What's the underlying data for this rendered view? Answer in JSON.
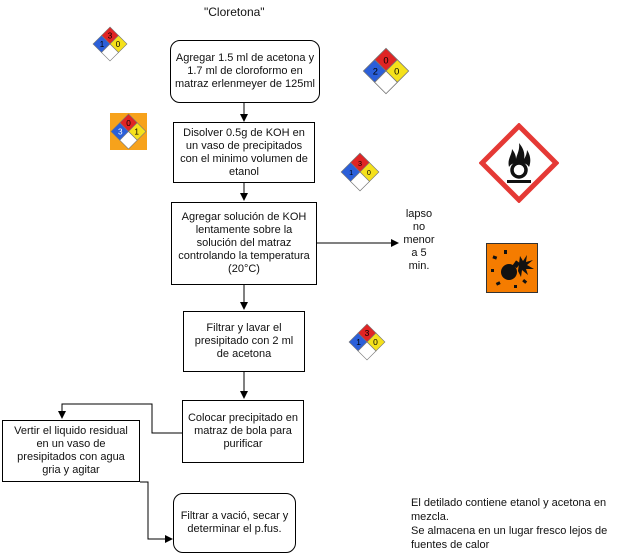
{
  "title": "\"Cloretona\"",
  "steps": [
    {
      "text": "Agregar 1.5 ml de acetona y 1.7 ml de cloroformo en matraz erlenmeyer de 125ml"
    },
    {
      "text": "Disolver 0.5g de KOH en un vaso de precipitados con el minimo volumen de etanol"
    },
    {
      "text": "Agregar solución de KOH lentamente  sobre la solución del matraz controlando la temperatura  (20°C)"
    },
    {
      "text": "Filtrar  y lavar el presipitado con 2 ml de acetona"
    },
    {
      "text": "Colocar precipitado en matraz de bola para purificar"
    },
    {
      "text": "Filtrar a vació, secar y determinar el p.fus."
    },
    {
      "text": "Vertir el liquido residual en un vaso de presipitados con agua gria y agitar"
    }
  ],
  "side_note": "lapso no menor a 5 min.",
  "bottom_note": "El detilado contiene etanol y acetona en mezcla.\nSe almacena en un lugar fresco lejos de fuentes de calor",
  "nfpa": [
    {
      "health": "1",
      "fire": "3",
      "reactivity": "0",
      "colors": {
        "health": "#2b5fd9",
        "fire": "#e02424",
        "reactivity": "#f5e11b",
        "special": "#ffffff"
      }
    },
    {
      "health": "2",
      "fire": "0",
      "reactivity": "0",
      "colors": {
        "health": "#2b5fd9",
        "fire": "#e02424",
        "reactivity": "#f5e11b",
        "special": "#ffffff"
      }
    },
    {
      "health": "3",
      "fire": "0",
      "reactivity": "1",
      "colors": {
        "health": "#2b5fd9",
        "fire": "#e02424",
        "reactivity": "#f5e11b",
        "special": "#ffffff"
      }
    },
    {
      "health": "1",
      "fire": "3",
      "reactivity": "0",
      "colors": {
        "health": "#2b5fd9",
        "fire": "#e02424",
        "reactivity": "#f5e11b",
        "special": "#ffffff"
      }
    },
    {
      "health": "1",
      "fire": "3",
      "reactivity": "0",
      "colors": {
        "health": "#2b5fd9",
        "fire": "#e02424",
        "reactivity": "#f5e11b",
        "special": "#ffffff"
      }
    }
  ],
  "hazard_icons": {
    "oxidizer": {
      "icon": "flame-over-circle-icon",
      "border": "#e53935"
    },
    "explosive": {
      "icon": "exploding-bomb-icon",
      "background": "#f57c00"
    }
  }
}
